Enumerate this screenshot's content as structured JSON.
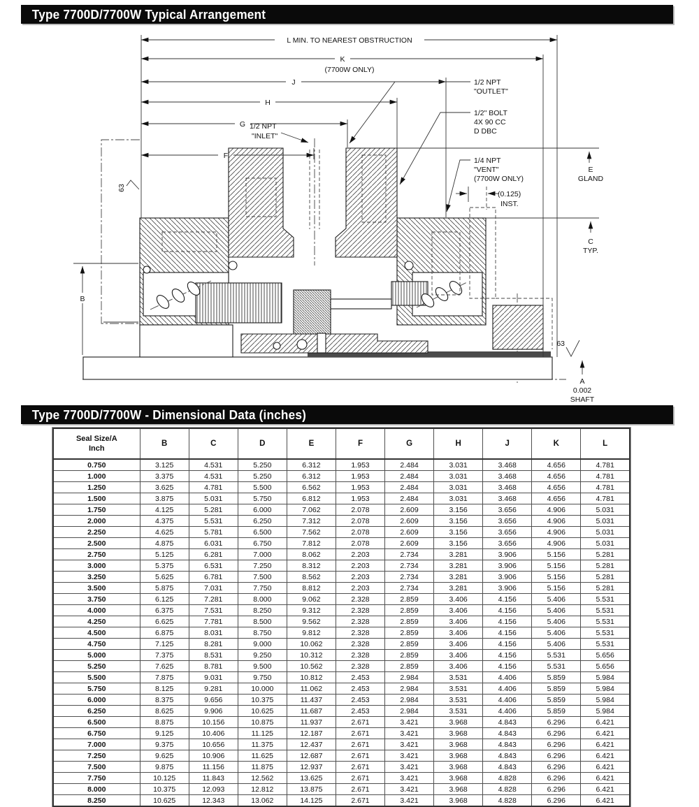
{
  "page": {
    "section1_title": "Type 7700D/7700W Typical Arrangement",
    "section2_title": "Type 7700D/7700W - Dimensional Data (inches)"
  },
  "drawing": {
    "dims": {
      "l": "L MIN. TO NEAREST OBSTRUCTION",
      "k": "K",
      "k_note": "(7700W ONLY)",
      "j": "J",
      "h": "H",
      "g": "G",
      "f": "F",
      "b": "B",
      "e": "E",
      "e_sub": "GLAND",
      "c": "C",
      "c_sub": "TYP.",
      "a": "A",
      "a_value": "0.002",
      "a_sub": "SHAFT",
      "inst_value": "(0.125)",
      "inst_label": "INST.",
      "finish": "63"
    },
    "callouts": {
      "inlet": [
        "1/2 NPT",
        "\"INLET\""
      ],
      "outlet": [
        "1/2 NPT",
        "\"OUTLET\""
      ],
      "bolt": [
        "1/2\" BOLT",
        "4X 90 CC",
        "D DBC"
      ],
      "vent": [
        "1/4 NPT",
        "\"VENT\"",
        "(7700W ONLY)"
      ]
    }
  },
  "table": {
    "size_header": "Seal Size/A",
    "size_header_sub": "Inch",
    "columns": [
      "B",
      "C",
      "D",
      "E",
      "F",
      "G",
      "H",
      "J",
      "K",
      "L"
    ],
    "rows": [
      [
        "0.750",
        "3.125",
        "4.531",
        "5.250",
        "6.312",
        "1.953",
        "2.484",
        "3.031",
        "3.468",
        "4.656",
        "4.781"
      ],
      [
        "1.000",
        "3.375",
        "4.531",
        "5.250",
        "6.312",
        "1.953",
        "2.484",
        "3.031",
        "3.468",
        "4.656",
        "4.781"
      ],
      [
        "1.250",
        "3.625",
        "4.781",
        "5.500",
        "6.562",
        "1.953",
        "2.484",
        "3.031",
        "3.468",
        "4.656",
        "4.781"
      ],
      [
        "1.500",
        "3.875",
        "5.031",
        "5.750",
        "6.812",
        "1.953",
        "2.484",
        "3.031",
        "3.468",
        "4.656",
        "4.781"
      ],
      [
        "1.750",
        "4.125",
        "5.281",
        "6.000",
        "7.062",
        "2.078",
        "2.609",
        "3.156",
        "3.656",
        "4.906",
        "5.031"
      ],
      [
        "2.000",
        "4.375",
        "5.531",
        "6.250",
        "7.312",
        "2.078",
        "2.609",
        "3.156",
        "3.656",
        "4.906",
        "5.031"
      ],
      [
        "2.250",
        "4.625",
        "5.781",
        "6.500",
        "7.562",
        "2.078",
        "2.609",
        "3.156",
        "3.656",
        "4.906",
        "5.031"
      ],
      [
        "2.500",
        "4.875",
        "6.031",
        "6.750",
        "7.812",
        "2.078",
        "2.609",
        "3.156",
        "3.656",
        "4.906",
        "5.031"
      ],
      [
        "2.750",
        "5.125",
        "6.281",
        "7.000",
        "8.062",
        "2.203",
        "2.734",
        "3.281",
        "3.906",
        "5.156",
        "5.281"
      ],
      [
        "3.000",
        "5.375",
        "6.531",
        "7.250",
        "8.312",
        "2.203",
        "2.734",
        "3.281",
        "3.906",
        "5.156",
        "5.281"
      ],
      [
        "3.250",
        "5.625",
        "6.781",
        "7.500",
        "8.562",
        "2.203",
        "2.734",
        "3.281",
        "3.906",
        "5.156",
        "5.281"
      ],
      [
        "3.500",
        "5.875",
        "7.031",
        "7.750",
        "8.812",
        "2.203",
        "2.734",
        "3.281",
        "3.906",
        "5.156",
        "5.281"
      ],
      [
        "3.750",
        "6.125",
        "7.281",
        "8.000",
        "9.062",
        "2.328",
        "2.859",
        "3.406",
        "4.156",
        "5.406",
        "5.531"
      ],
      [
        "4.000",
        "6.375",
        "7.531",
        "8.250",
        "9.312",
        "2.328",
        "2.859",
        "3.406",
        "4.156",
        "5.406",
        "5.531"
      ],
      [
        "4.250",
        "6.625",
        "7.781",
        "8.500",
        "9.562",
        "2.328",
        "2.859",
        "3.406",
        "4.156",
        "5.406",
        "5.531"
      ],
      [
        "4.500",
        "6.875",
        "8.031",
        "8.750",
        "9.812",
        "2.328",
        "2.859",
        "3.406",
        "4.156",
        "5.406",
        "5.531"
      ],
      [
        "4.750",
        "7.125",
        "8.281",
        "9.000",
        "10.062",
        "2.328",
        "2.859",
        "3.406",
        "4.156",
        "5.406",
        "5.531"
      ],
      [
        "5.000",
        "7.375",
        "8.531",
        "9.250",
        "10.312",
        "2.328",
        "2.859",
        "3.406",
        "4.156",
        "5.531",
        "5.656"
      ],
      [
        "5.250",
        "7.625",
        "8.781",
        "9.500",
        "10.562",
        "2.328",
        "2.859",
        "3.406",
        "4.156",
        "5.531",
        "5.656"
      ],
      [
        "5.500",
        "7.875",
        "9.031",
        "9.750",
        "10.812",
        "2.453",
        "2.984",
        "3.531",
        "4.406",
        "5.859",
        "5.984"
      ],
      [
        "5.750",
        "8.125",
        "9.281",
        "10.000",
        "11.062",
        "2.453",
        "2.984",
        "3.531",
        "4.406",
        "5.859",
        "5.984"
      ],
      [
        "6.000",
        "8.375",
        "9.656",
        "10.375",
        "11.437",
        "2.453",
        "2.984",
        "3.531",
        "4.406",
        "5.859",
        "5.984"
      ],
      [
        "6.250",
        "8.625",
        "9.906",
        "10.625",
        "11.687",
        "2.453",
        "2.984",
        "3.531",
        "4.406",
        "5.859",
        "5.984"
      ],
      [
        "6.500",
        "8.875",
        "10.156",
        "10.875",
        "11.937",
        "2.671",
        "3.421",
        "3.968",
        "4.843",
        "6.296",
        "6.421"
      ],
      [
        "6.750",
        "9.125",
        "10.406",
        "11.125",
        "12.187",
        "2.671",
        "3.421",
        "3.968",
        "4.843",
        "6.296",
        "6.421"
      ],
      [
        "7.000",
        "9.375",
        "10.656",
        "11.375",
        "12.437",
        "2.671",
        "3.421",
        "3.968",
        "4.843",
        "6.296",
        "6.421"
      ],
      [
        "7.250",
        "9.625",
        "10.906",
        "11.625",
        "12.687",
        "2.671",
        "3.421",
        "3.968",
        "4.843",
        "6.296",
        "6.421"
      ],
      [
        "7.500",
        "9.875",
        "11.156",
        "11.875",
        "12.937",
        "2.671",
        "3.421",
        "3.968",
        "4.843",
        "6.296",
        "6.421"
      ],
      [
        "7.750",
        "10.125",
        "11.843",
        "12.562",
        "13.625",
        "2.671",
        "3.421",
        "3.968",
        "4.828",
        "6.296",
        "6.421"
      ],
      [
        "8.000",
        "10.375",
        "12.093",
        "12.812",
        "13.875",
        "2.671",
        "3.421",
        "3.968",
        "4.828",
        "6.296",
        "6.421"
      ],
      [
        "8.250",
        "10.625",
        "12.343",
        "13.062",
        "14.125",
        "2.671",
        "3.421",
        "3.968",
        "4.828",
        "6.296",
        "6.421"
      ]
    ]
  }
}
